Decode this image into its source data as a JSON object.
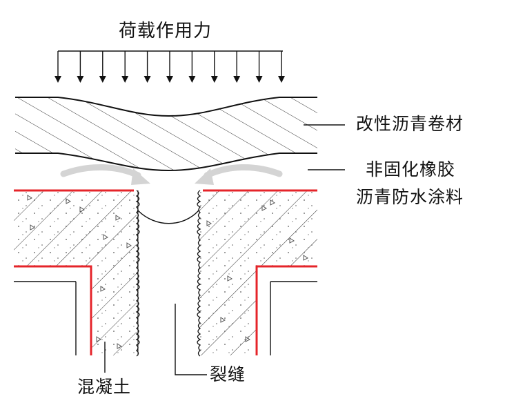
{
  "labels": {
    "load": "荷载作用力",
    "membrane": "改性沥青卷材",
    "coating_line1": "非固化橡胶",
    "coating_line2": "沥青防水涂料",
    "concrete": "混凝土",
    "crack": "裂缝"
  },
  "arrows": {
    "count": 11
  },
  "colors": {
    "line": "#111111",
    "coating": "#e5242a",
    "flow_arrow": "#d4d4d4",
    "hatch": "#333333",
    "background": "#ffffff"
  }
}
